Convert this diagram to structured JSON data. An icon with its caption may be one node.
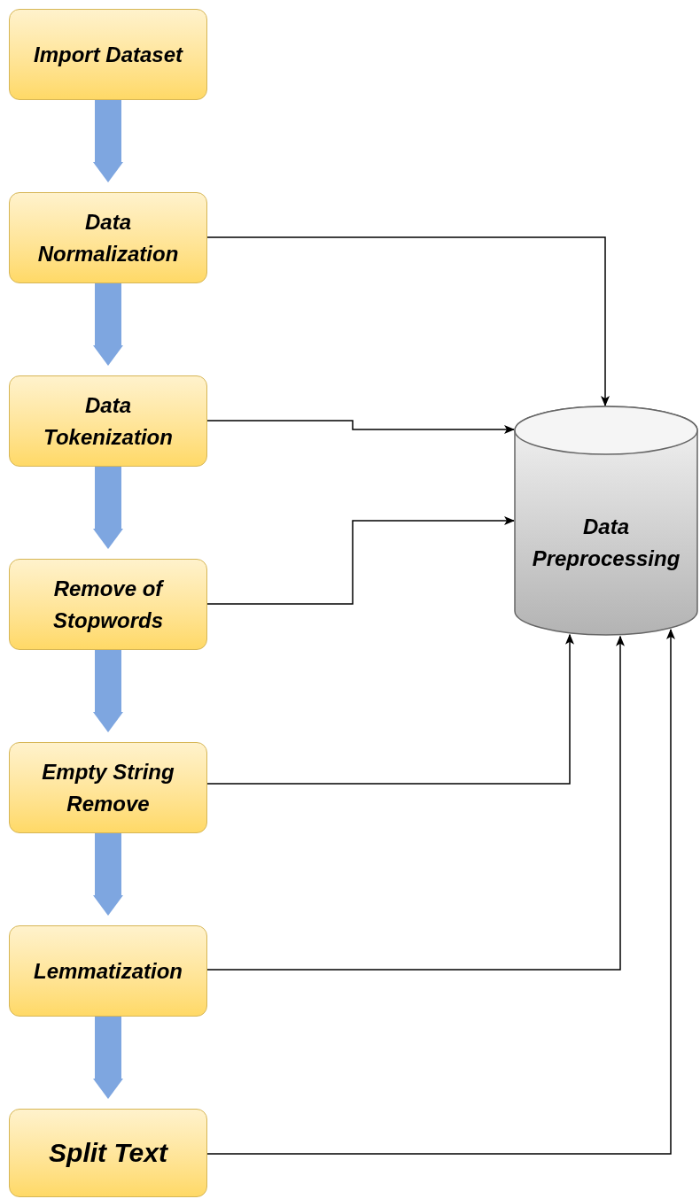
{
  "diagram": {
    "nodes": [
      {
        "text": [
          "Import Dataset"
        ]
      },
      {
        "text": [
          "Data Normalization"
        ]
      },
      {
        "text": [
          "Data Tokenization"
        ]
      },
      {
        "text": [
          "Remove of Stopwords"
        ]
      },
      {
        "text": [
          "Empty String Remove"
        ]
      },
      {
        "text": [
          "Lemmatization"
        ]
      },
      {
        "text": [
          "Split Text"
        ]
      },
      {
        "text": [
          "Data Preprocessing"
        ]
      }
    ],
    "edges": [
      {
        "from": 0,
        "to": 1,
        "arrow": "to",
        "style": "thick",
        "color": "#7ea6e0"
      },
      {
        "from": 1,
        "to": 2,
        "arrow": "to",
        "style": "thick",
        "color": "#7ea6e0"
      },
      {
        "from": 2,
        "to": 3,
        "arrow": "to",
        "style": "thick",
        "color": "#7ea6e0"
      },
      {
        "from": 3,
        "to": 4,
        "arrow": "to",
        "style": "thick",
        "color": "#7ea6e0"
      },
      {
        "from": 4,
        "to": 5,
        "arrow": "to",
        "style": "thick",
        "color": "#7ea6e0"
      },
      {
        "from": 5,
        "to": 6,
        "arrow": "to",
        "style": "thick",
        "color": "#7ea6e0"
      },
      {
        "from": 1,
        "to": 7,
        "arrow": "to",
        "color": "#000000"
      },
      {
        "from": 2,
        "to": 7,
        "arrow": "to",
        "color": "#000000"
      },
      {
        "from": 3,
        "to": 7,
        "arrow": "to",
        "color": "#000000"
      },
      {
        "from": 4,
        "to": 7,
        "arrow": "to",
        "color": "#000000"
      },
      {
        "from": 5,
        "to": 7,
        "arrow": "to",
        "color": "#000000"
      },
      {
        "from": 6,
        "to": 7,
        "arrow": "to",
        "color": "#000000"
      }
    ]
  }
}
